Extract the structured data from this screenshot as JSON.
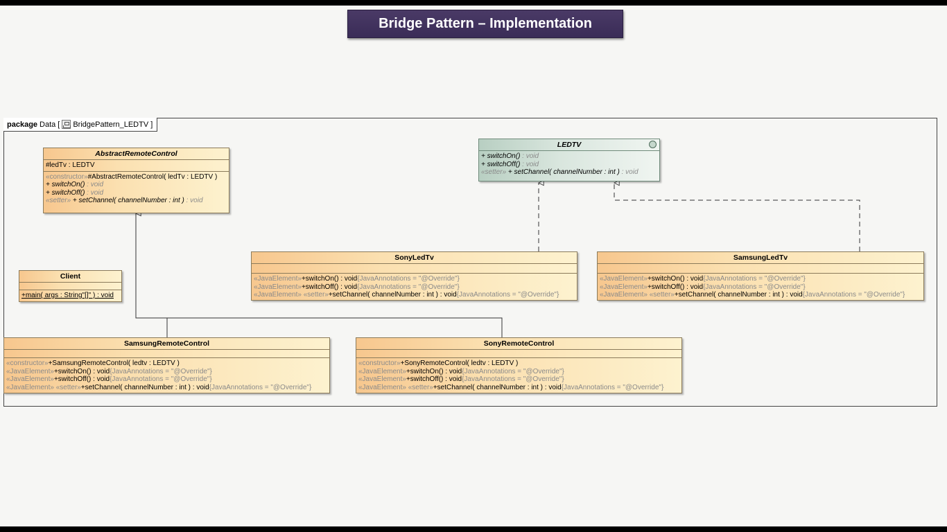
{
  "title": "Bridge Pattern – Implementation",
  "package": {
    "keyword": "package",
    "name": "Data",
    "open": "[",
    "diagram": "BridgePattern_LEDTV",
    "close": "]"
  },
  "classes": {
    "abstractRemote": {
      "name": "AbstractRemoteControl",
      "attributes": [
        {
          "text": "#ledTv : LEDTV"
        }
      ],
      "operations": [
        {
          "stereo": "«constructor»",
          "text": "#AbstractRemoteControl( ledTv : LEDTV )"
        },
        {
          "text": "+ switchOn()",
          "rt": " : void"
        },
        {
          "text": "+ switchOff()",
          "rt": " : void"
        },
        {
          "stereo": "«setter»",
          "text": " + setChannel( channelNumber : int )",
          "rt": " : void"
        }
      ]
    },
    "ledtv": {
      "name": "LEDTV",
      "operations": [
        {
          "text": "+ switchOn()",
          "rt": " : void"
        },
        {
          "text": "+ switchOff()",
          "rt": " : void"
        },
        {
          "stereo": "«setter»",
          "text": " + setChannel( channelNumber : int )",
          "rt": " : void"
        }
      ]
    },
    "client": {
      "name": "Client",
      "operations": [
        {
          "text": "+main( args : String\"[]\" ) : void"
        }
      ]
    },
    "sonyLed": {
      "name": "SonyLedTv",
      "operations": [
        {
          "stereo": "«JavaElement»",
          "text": "+switchOn() : void",
          "ann": "{JavaAnnotations = \"@Override\"}"
        },
        {
          "stereo": "«JavaElement»",
          "text": "+switchOff() : void",
          "ann": "{JavaAnnotations = \"@Override\"}"
        },
        {
          "stereo": "«JavaElement» «setter»",
          "text": "+setChannel( channelNumber : int ) : void",
          "ann": "{JavaAnnotations = \"@Override\"}"
        }
      ]
    },
    "samsungLed": {
      "name": "SamsungLedTv",
      "operations": [
        {
          "stereo": "«JavaElement»",
          "text": "+switchOn() : void",
          "ann": "{JavaAnnotations = \"@Override\"}"
        },
        {
          "stereo": "«JavaElement»",
          "text": "+switchOff() : void",
          "ann": "{JavaAnnotations = \"@Override\"}"
        },
        {
          "stereo": "«JavaElement» «setter»",
          "text": "+setChannel( channelNumber : int ) : void",
          "ann": "{JavaAnnotations = \"@Override\"}"
        }
      ]
    },
    "samsungRemote": {
      "name": "SamsungRemoteControl",
      "operations": [
        {
          "stereo": "«constructor»",
          "text": "+SamsungRemoteControl( ledtv : LEDTV )"
        },
        {
          "stereo": "«JavaElement»",
          "text": "+switchOn() : void",
          "ann": "{JavaAnnotations = \"@Override\"}"
        },
        {
          "stereo": "«JavaElement»",
          "text": "+switchOff() : void",
          "ann": "{JavaAnnotations = \"@Override\"}"
        },
        {
          "stereo": "«JavaElement» «setter»",
          "text": "+setChannel( channelNumber : int ) : void",
          "ann": "{JavaAnnotations = \"@Override\"}"
        }
      ]
    },
    "sonyRemote": {
      "name": "SonyRemoteControl",
      "operations": [
        {
          "stereo": "«constructor»",
          "text": "+SonyRemoteControl( ledtv : LEDTV )"
        },
        {
          "stereo": "«JavaElement»",
          "text": "+switchOn() : void",
          "ann": "{JavaAnnotations = \"@Override\"}"
        },
        {
          "stereo": "«JavaElement»",
          "text": "+switchOff() : void",
          "ann": "{JavaAnnotations = \"@Override\"}"
        },
        {
          "stereo": "«JavaElement» «setter»",
          "text": "+setChannel( channelNumber : int ) : void",
          "ann": "{JavaAnnotations = \"@Override\"}"
        }
      ]
    }
  },
  "colors": {
    "classFill": "#fbe0b0",
    "interfaceFill": "#d9e6de",
    "titleBar": "#3f3160",
    "line": "#333333"
  }
}
